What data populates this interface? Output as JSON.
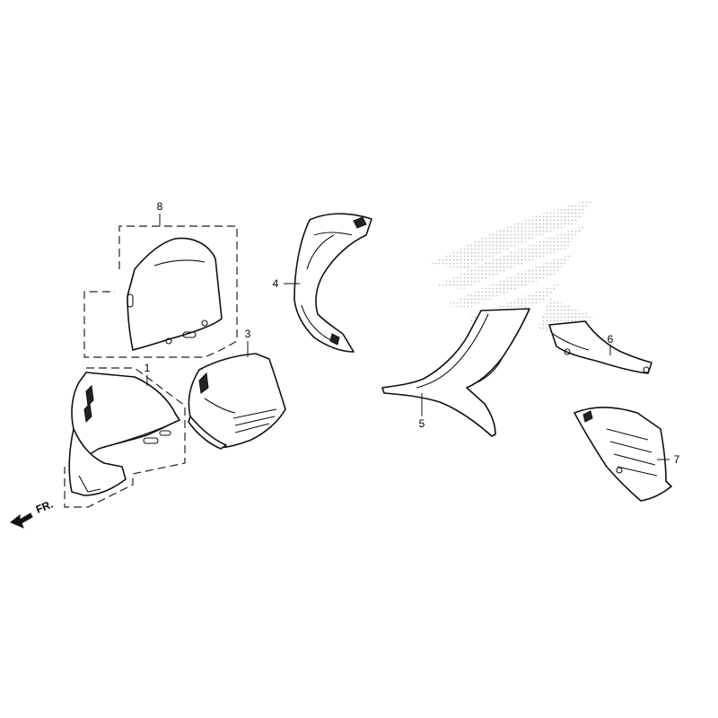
{
  "diagram": {
    "callouts": [
      "1",
      "3",
      "4",
      "5",
      "6",
      "7",
      "8"
    ],
    "front_label": "FR.",
    "colors": {
      "line": "#111111",
      "watermark": "#c8c8c8",
      "background": "#ffffff"
    },
    "watermark": "honda-wing-logo"
  }
}
